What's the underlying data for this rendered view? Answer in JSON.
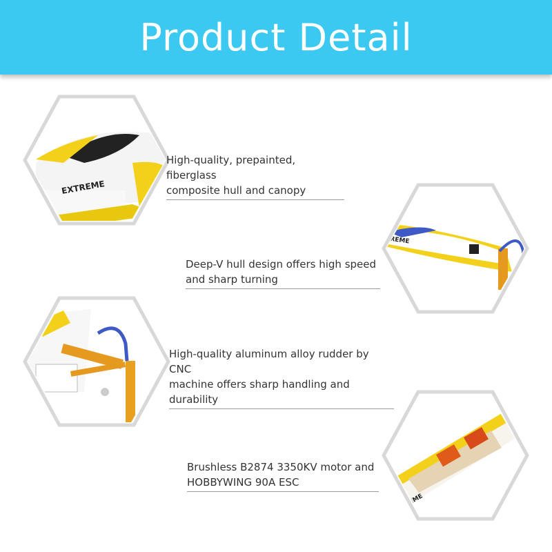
{
  "header": {
    "title": "Product Detail"
  },
  "features": [
    {
      "text_1": "High-quality, prepainted, fiberglass",
      "text_2": "composite hull and canopy",
      "image_label": "EXTREME"
    },
    {
      "text_1": "Deep-V hull design offers high speed",
      "text_2": "and sharp turning",
      "image_label": "EXTREME"
    },
    {
      "text_1": "High-quality aluminum alloy rudder by CNC",
      "text_2": "machine offers sharp handling and durability"
    },
    {
      "text_1": "Brushless B2874 3350KV motor and",
      "text_2": "HOBBYWING 90A ESC",
      "image_label": "EXTREME"
    }
  ],
  "colors": {
    "header_bg": "#3cc9f1",
    "hull_yellow": "#f3d11b",
    "rudder_orange": "#e59a1f",
    "hose_blue": "#3f59c7"
  }
}
